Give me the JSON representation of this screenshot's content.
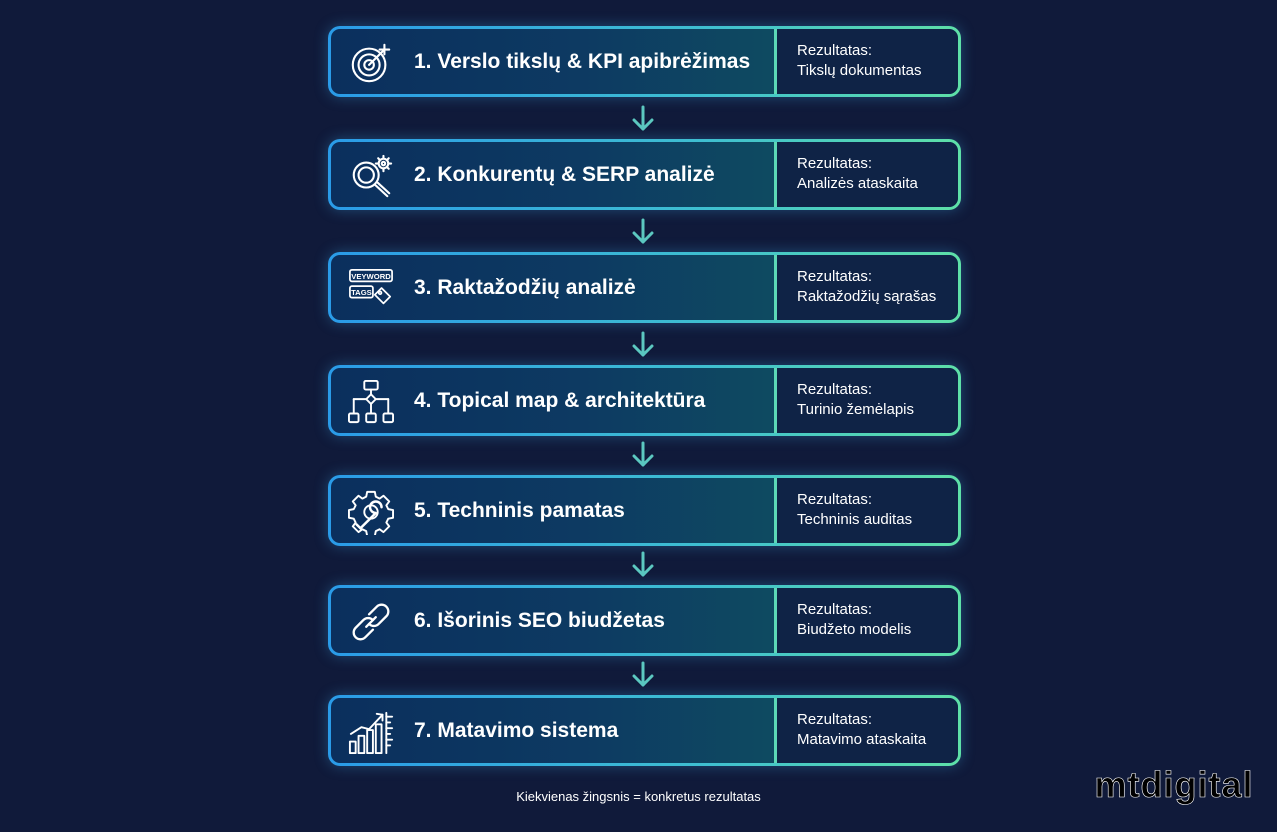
{
  "steps": [
    {
      "title": "1. Verslo tikslų & KPI apibrėžimas",
      "result_label": "Rezultatas:",
      "result_value": "Tikslų dokumentas",
      "icon": "target-icon"
    },
    {
      "title": "2. Konkurentų & SERP analizė",
      "result_label": "Rezultatas:",
      "result_value": "Analizės ataskaita",
      "icon": "search-gear-icon"
    },
    {
      "title": "3. Raktažodžių analizė",
      "result_label": "Rezultatas:",
      "result_value": "Raktažodžių sąrašas",
      "icon": "keyword-tags-icon",
      "icon_text": [
        "VEYWORD",
        "TAGS"
      ]
    },
    {
      "title": "4. Topical map & architektūra",
      "result_label": "Rezultatas:",
      "result_value": "Turinio žemėlapis",
      "icon": "sitemap-icon"
    },
    {
      "title": "5. Techninis pamatas",
      "result_label": "Rezultatas:",
      "result_value": "Techninis auditas",
      "icon": "gear-wrench-icon"
    },
    {
      "title": "6. Išorinis SEO biudžetas",
      "result_label": "Rezultatas:",
      "result_value": "Biudžeto modelis",
      "icon": "chain-link-icon"
    },
    {
      "title": "7. Matavimo sistema",
      "result_label": "Rezultatas:",
      "result_value": "Matavimo ataskaita",
      "icon": "growth-chart-icon"
    }
  ],
  "footnote": "Kiekvienas žingsnis = konkretus rezultatas",
  "brand": "mtdigital",
  "colors": {
    "background": "#101a3a",
    "border_start": "#2a9be8",
    "border_end": "#5ee0a8",
    "arrow": "#5cc8c0",
    "result_panel": "#0f2346",
    "text": "#ffffff"
  }
}
